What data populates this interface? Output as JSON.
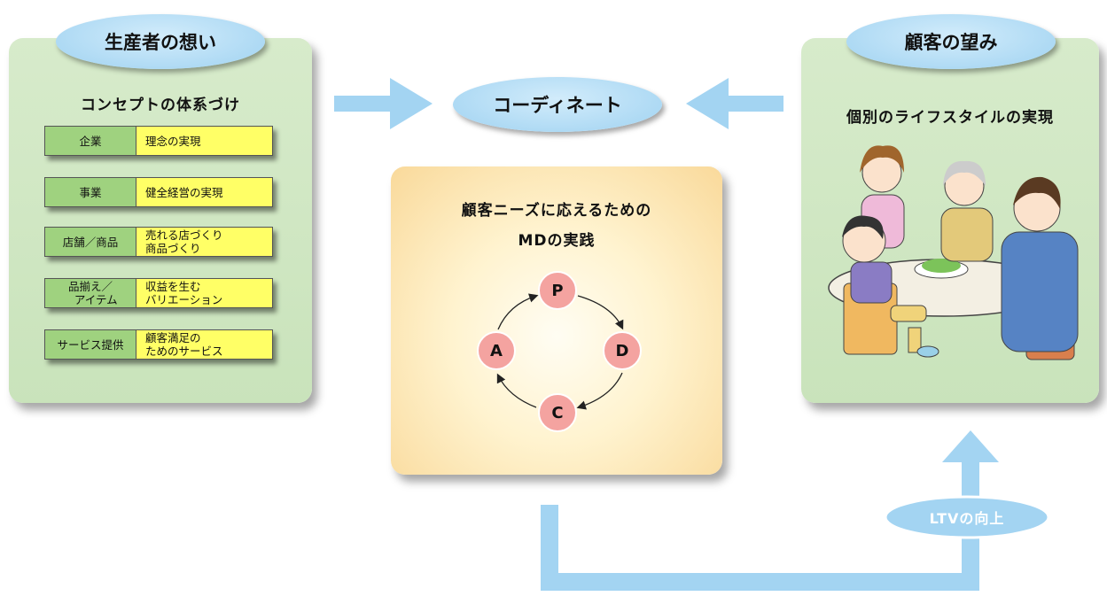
{
  "producer": {
    "title": "生産者の想い",
    "heading": "コンセプトの体系づけ",
    "rows": [
      {
        "left": "企業",
        "right": "理念の実現"
      },
      {
        "left": "事業",
        "right": "健全経営の実現"
      },
      {
        "left": "店舗／商品",
        "right": "売れる店づくり\n商品づくり"
      },
      {
        "left": "品揃え／\n　アイテム",
        "right": "収益を生む\nバリエーション"
      },
      {
        "left": "サービス提供",
        "right": "顧客満足の\nためのサービス"
      }
    ]
  },
  "center": {
    "coordinate": "コーディネート",
    "md_title_line1": "顧客ニーズに応えるための",
    "md_title_line2": "MDの実践",
    "pdca": {
      "p": "P",
      "d": "D",
      "c": "C",
      "a": "A"
    }
  },
  "customer": {
    "title": "顧客の望み",
    "heading": "個別のライフスタイルの実現"
  },
  "ltv": "LTVの向上",
  "colors": {
    "panel_green": "#d2e8c5",
    "oval_blue": "#a3d4f2",
    "arrow_blue": "#a3d4f2",
    "row_left_green": "#9fd27f",
    "row_right_yellow": "#ffff66",
    "pdca_node": "#f4a3a0"
  },
  "illustration": "family-dining-illustration"
}
